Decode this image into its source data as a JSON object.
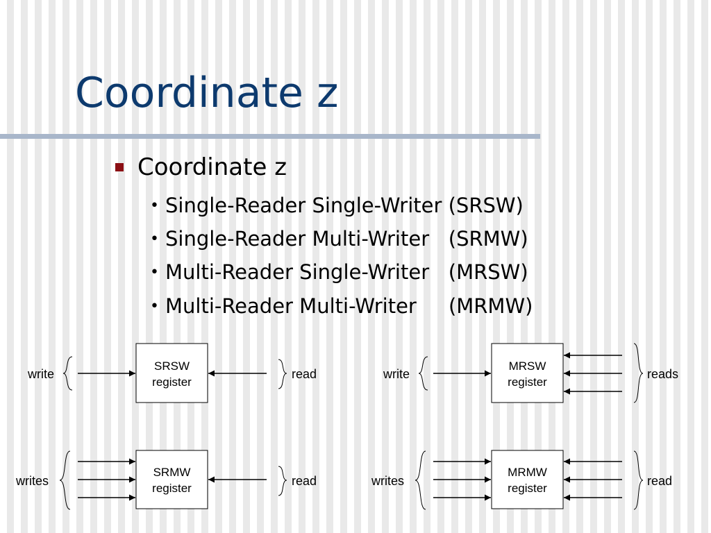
{
  "slide": {
    "title": "Coordinate z",
    "bullet": "Coordinate z",
    "sub_bullets": [
      "Single-Reader Single-Writer (SRSW)",
      "Single-Reader Multi-Writer   (SRMW)",
      "Multi-Reader Single-Writer   (MRSW)",
      "Multi-Reader Multi-Writer     (MRMW)"
    ]
  },
  "colors": {
    "title": "#0d3a6e",
    "rule": "#a8b6ca",
    "bullet_square": "#8b0f14"
  },
  "diagrams": {
    "srsw": {
      "line1": "SRSW",
      "line2": "register",
      "left": "write",
      "right": "read"
    },
    "mrsw": {
      "line1": "MRSW",
      "line2": "register",
      "left": "write",
      "right": "reads"
    },
    "srmw": {
      "line1": "SRMW",
      "line2": "register",
      "left": "writes",
      "right": "read"
    },
    "mrmw": {
      "line1": "MRMW",
      "line2": "register",
      "left": "writes",
      "right": "read"
    }
  }
}
